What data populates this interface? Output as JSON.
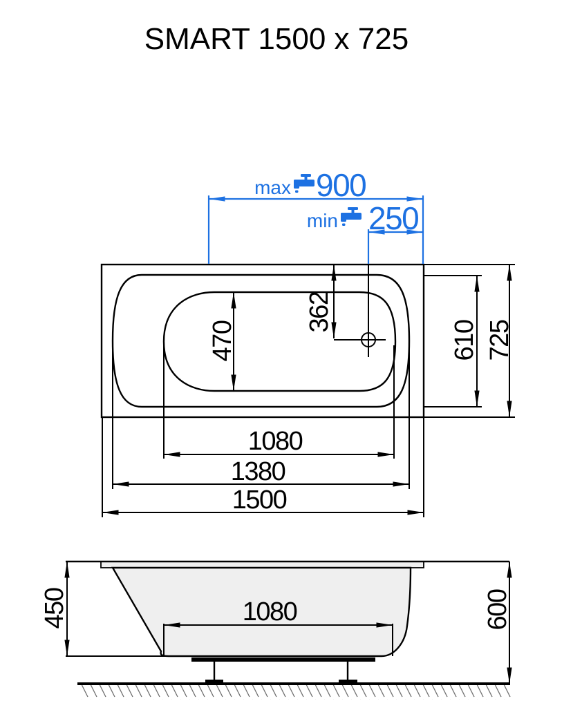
{
  "title": "SMART 1500 x 725",
  "colors": {
    "accent_blue": "#1d71e2",
    "line_black": "#000000",
    "tub_fill_gray": "#efefef"
  },
  "top_view": {
    "tap_max": {
      "label": "max",
      "value": "900",
      "icon": "faucet-icon"
    },
    "tap_min": {
      "label": "min",
      "value": "250",
      "icon": "faucet-icon"
    },
    "dim_inner_width": "470",
    "dim_drain_offset": "362",
    "dim_rim_width": "610",
    "dim_overall_width": "725",
    "dim_bottom_length": "1080",
    "dim_rim_length": "1380",
    "dim_overall_length": "1500"
  },
  "side_view": {
    "dim_depth": "450",
    "dim_bottom_length": "1080",
    "dim_overall_height": "600"
  }
}
